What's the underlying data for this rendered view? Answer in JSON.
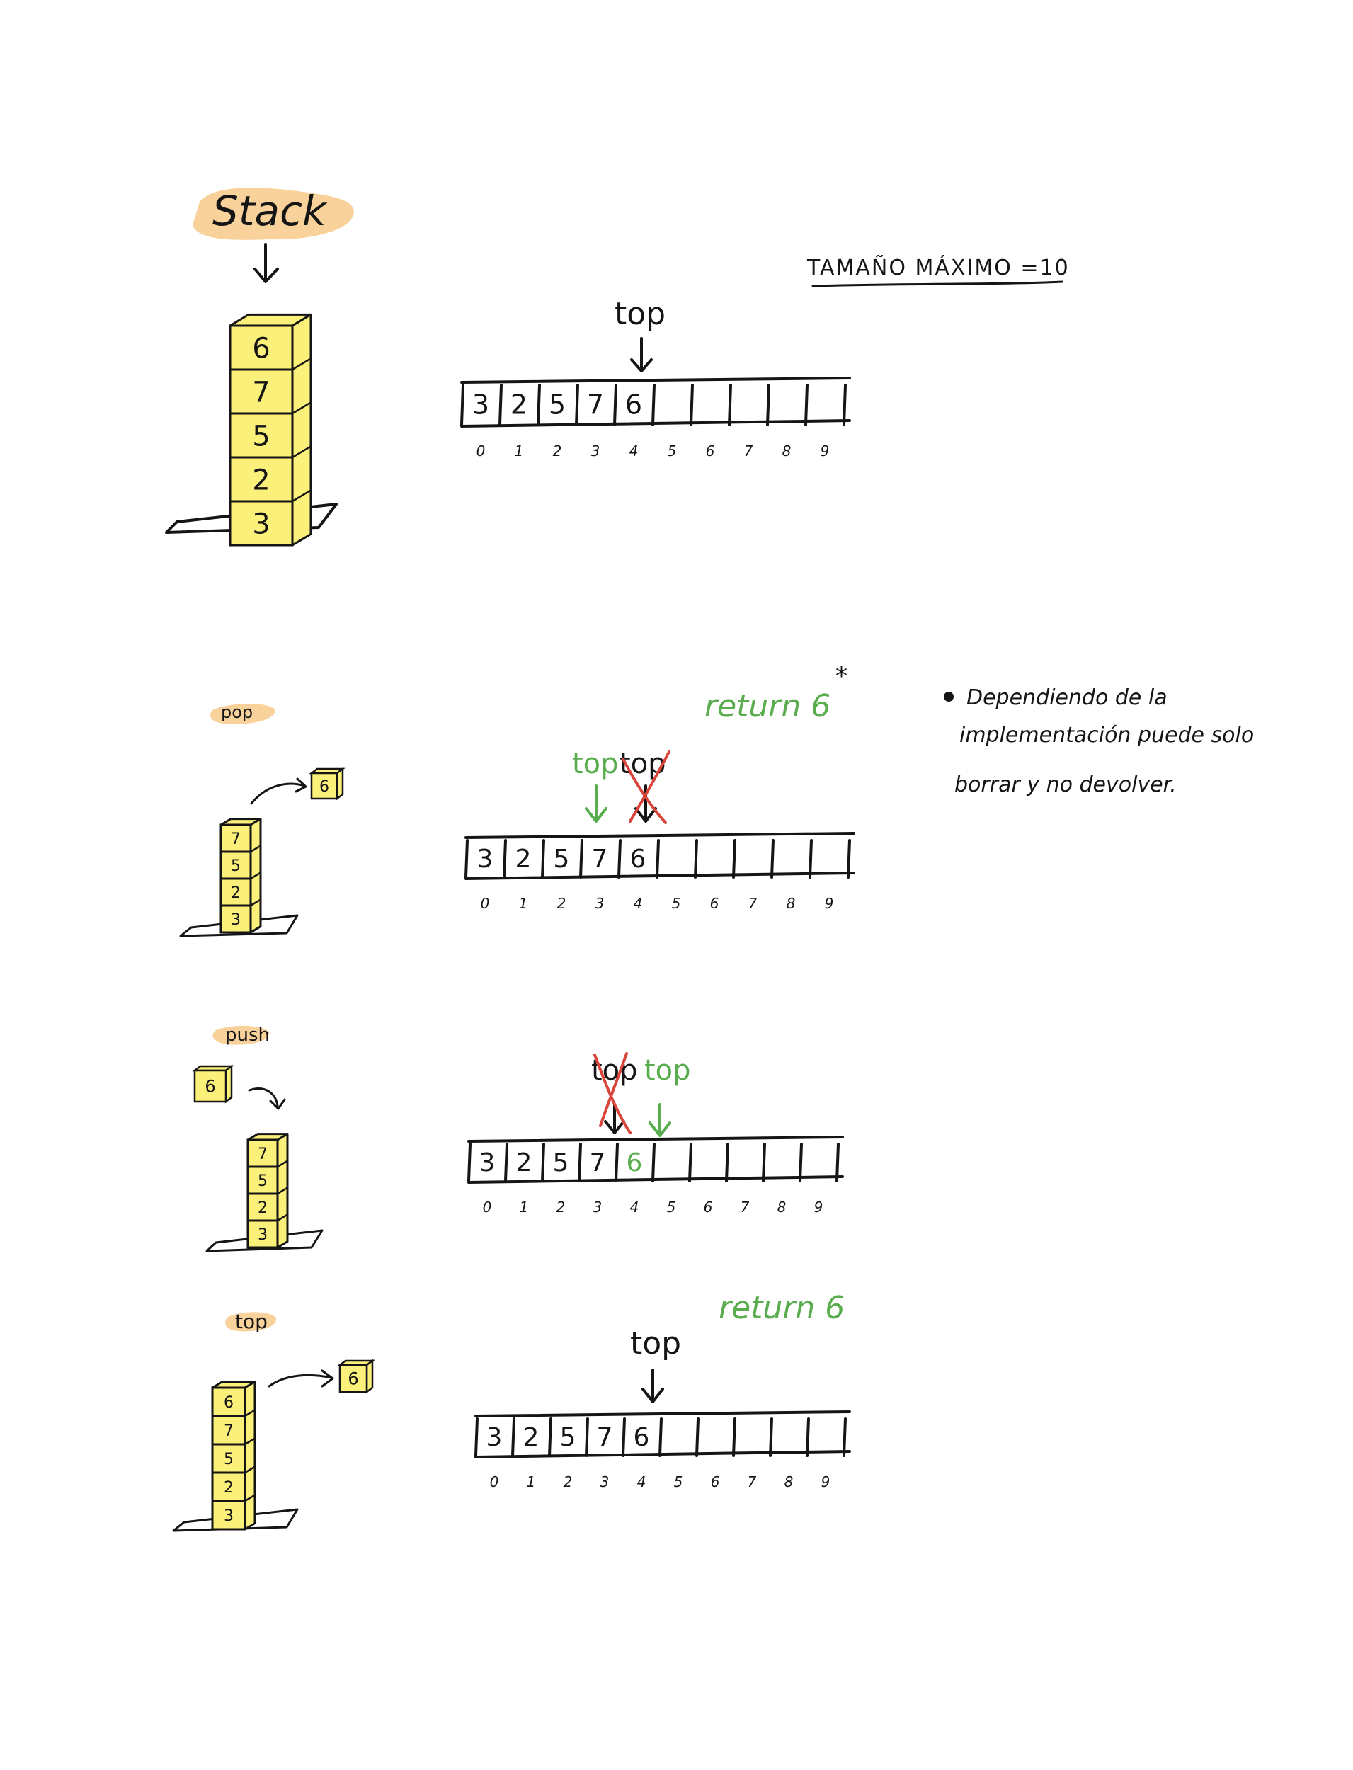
{
  "colors": {
    "ink": "#151515",
    "highlight": "#f7c98a",
    "block": "#fbf07a",
    "green": "#5aad4e",
    "red": "#d9453a"
  },
  "title": "Stack",
  "max_size_note": "TAMAÑO MÁXIMO =10",
  "array_indices": [
    "0",
    "1",
    "2",
    "3",
    "4",
    "5",
    "6",
    "7",
    "8",
    "9"
  ],
  "top_label": "top",
  "note": {
    "asterisk": "*",
    "line1": "Dependiendo de la",
    "line2": "implementación puede solo",
    "line3": "borrar y no devolver."
  },
  "sections": {
    "initial": {
      "stack_blocks": [
        "6",
        "7",
        "5",
        "2",
        "3"
      ],
      "array_values": [
        "3",
        "2",
        "5",
        "7",
        "6"
      ]
    },
    "pop": {
      "label": "pop",
      "removed_block": "6",
      "stack_blocks": [
        "7",
        "5",
        "2",
        "3"
      ],
      "array_values": [
        "3",
        "2",
        "5",
        "7",
        "6"
      ],
      "result": "return 6",
      "result_asterisk": "*"
    },
    "push": {
      "label": "push",
      "added_block": "6",
      "stack_blocks": [
        "7",
        "5",
        "2",
        "3"
      ],
      "array_values": [
        "3",
        "2",
        "5",
        "7",
        "6"
      ]
    },
    "top": {
      "label": "top",
      "copied_block": "6",
      "stack_blocks": [
        "6",
        "7",
        "5",
        "2",
        "3"
      ],
      "array_values": [
        "3",
        "2",
        "5",
        "7",
        "6"
      ],
      "result": "return 6"
    }
  }
}
